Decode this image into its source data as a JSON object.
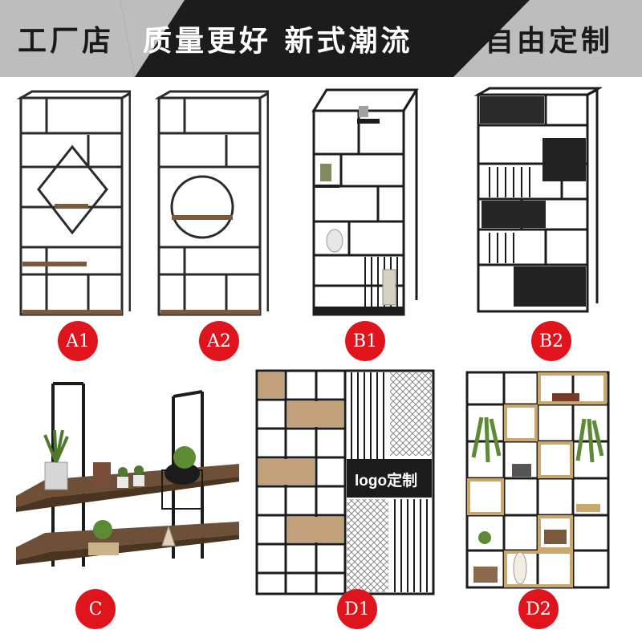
{
  "banner": {
    "segments": [
      "工厂店",
      "质量更好  新式潮流",
      "自由定制"
    ],
    "colors": {
      "light": "#bdbdbd",
      "dark": "#1c1c1c"
    }
  },
  "products": [
    {
      "id": "A1",
      "label": "A1",
      "style": "diamond-frame shelf"
    },
    {
      "id": "A2",
      "label": "A2",
      "style": "moon-gate shelf"
    },
    {
      "id": "B1",
      "label": "B1",
      "style": "staggered black shelf"
    },
    {
      "id": "B2",
      "label": "B2",
      "style": "boxed black shelf"
    },
    {
      "id": "C",
      "label": "C",
      "style": "wall wood plank shelf"
    },
    {
      "id": "D1",
      "label": "D1",
      "style": "mesh panel shelf",
      "logo_text": "logo定制"
    },
    {
      "id": "D2",
      "label": "D2",
      "style": "wood box shelf"
    }
  ],
  "badge_color": "#e0141c",
  "frame_color": "#2b2b2b",
  "wood_color": "#7a5a3c"
}
